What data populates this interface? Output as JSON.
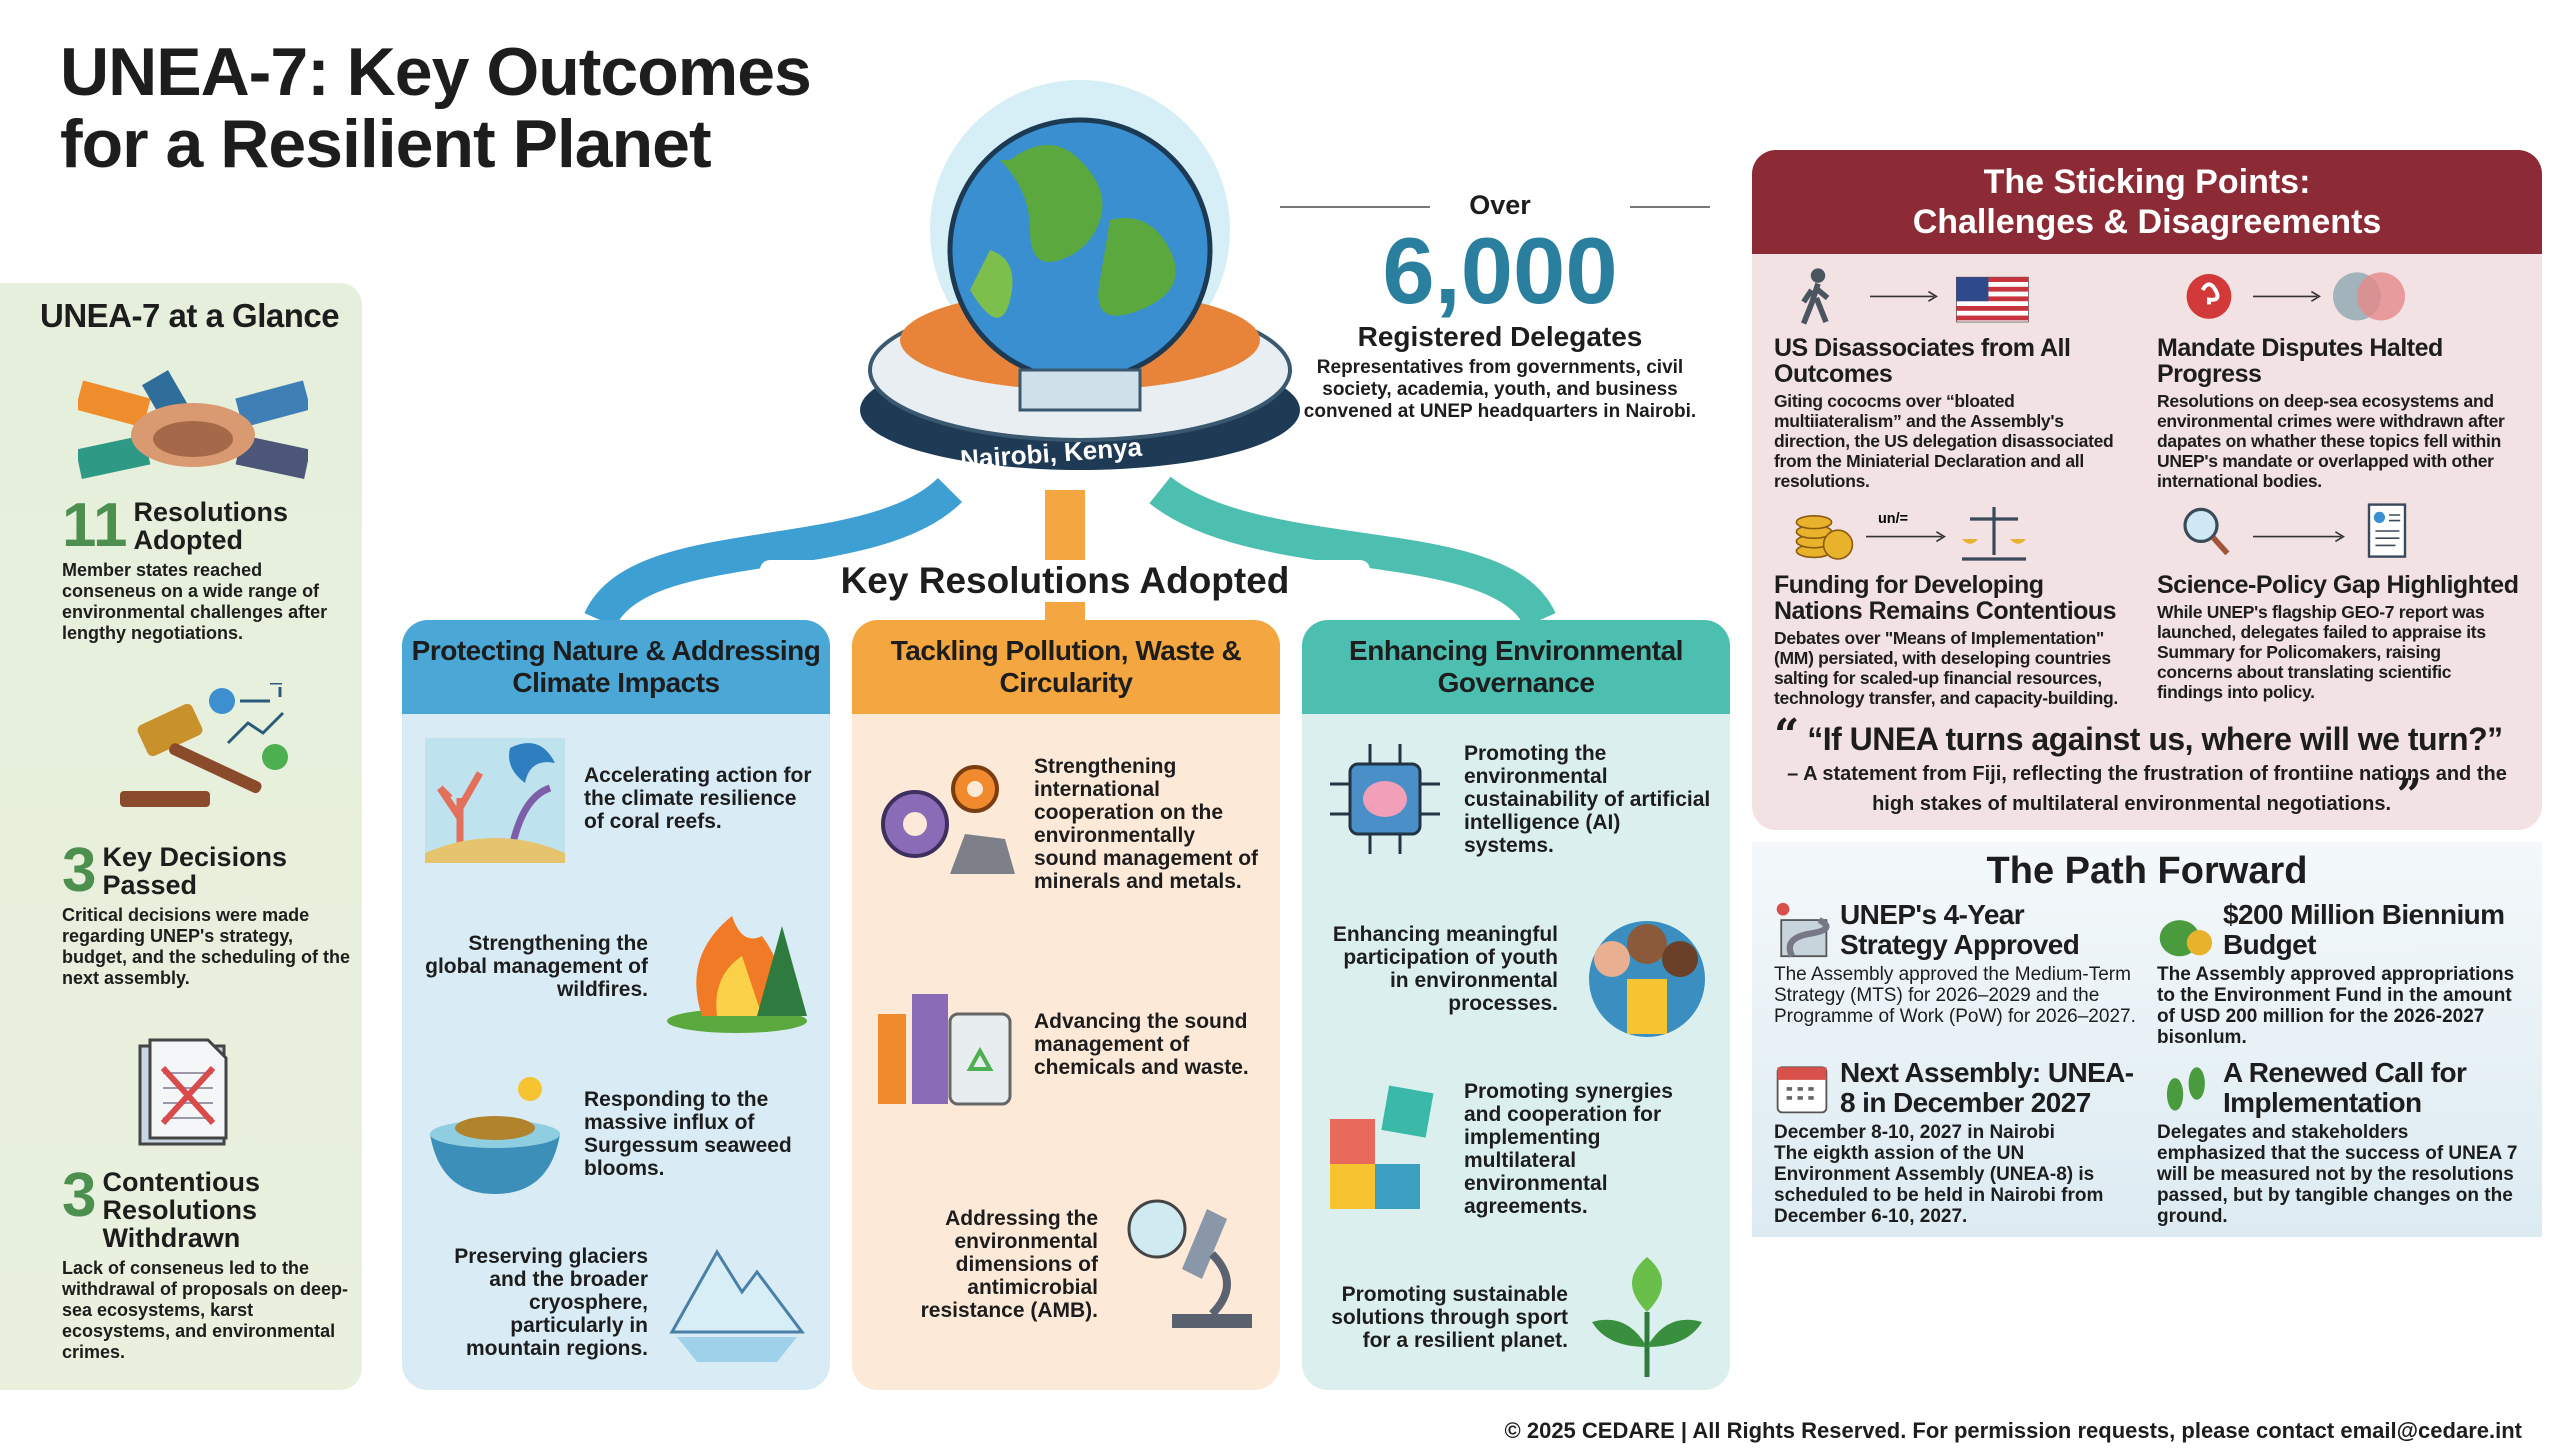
{
  "title": [
    "UNEA-7: Key Outcomes",
    "for a Resilient Planet"
  ],
  "glance": {
    "heading": "UNEA-7 at a Glance",
    "stats": [
      {
        "number": "11",
        "label": "Resolutions Adopted",
        "text": "Member states reached conseneus on a wide range of environmental challenges after lengthy negotiations."
      },
      {
        "number": "3",
        "label": "Key Decisions Passed",
        "text": "Critical decisions were made regarding UNEP's strategy, budget, and the scheduling of the next assembly."
      },
      {
        "number": "3",
        "label": "Contentious Resolutions Withdrawn",
        "text": "Lack of conseneus led to the withdrawal of proposals on deep-sea ecosystems, karst ecosystems, and environmental crimes."
      }
    ]
  },
  "venue": "Nairobi, Kenya",
  "delegates": {
    "over": "Over",
    "count": "6,000",
    "label": "Registered Delegates",
    "text": "Representatives from governments, civil society, academia, youth, and business convened at UNEP headquarters in Nairobi."
  },
  "key_resolutions": {
    "title": "Key Resolutions Adopted",
    "columns": [
      {
        "title": "Protecting Nature & Addressing Climate Impacts",
        "color": "#4aa7d6",
        "items": [
          "Accelerating action for the climate resilience of coral reefs.",
          "Strengthening the global management of wildfires.",
          "Responding to the massive influx of Surgessum seaweed blooms.",
          "Preserving glaciers and the broader cryosphere, particularly in mountain regions."
        ]
      },
      {
        "title": "Tackling Pollution, Waste & Circularity",
        "color": "#f4a640",
        "items": [
          "Strengthening international cooperation on the environmentally sound management of minerals and metals.",
          "Advancing the sound management of chemicals and waste.",
          "Addressing the environmental dimensions of antimicrobial resistance (AMB)."
        ]
      },
      {
        "title": "Enhancing Environmental Governance",
        "color": "#4dbfb1",
        "items": [
          "Promoting the environmental custainability of artificial intelligence (AI) systems.",
          "Enhancing meaningful participation of youth in environmental processes.",
          "Promoting synergies and cooperation for implementing multilateral environmental agreements.",
          "Promoting sustainable solutions through sport for a resilient planet."
        ]
      }
    ]
  },
  "challenges": {
    "title": [
      "The Sticking Points:",
      "Challenges & Disagreements"
    ],
    "items": [
      {
        "title": "US Disassociates from All Outcomes",
        "text": "Giting cococms over “bloated multiiateralism” and the Assembly's direction, the US delegation disassociated from the Miniaterial Declaration and all resolutions."
      },
      {
        "title": "Mandate Disputes Halted Progress",
        "text": "Resolutions on deep-sea ecosystems and environmental crimes were withdrawn after dapates on whather these topics fell within UNEP's mandate or overlapped with other international bodies."
      },
      {
        "title": "Funding for Developing Nations Remains Contentious",
        "text": "Debates over \"Means of Implementation\" (MM) persiated, with deseloping countries salting for scaled-up financial resources, technology transfer, and capacity-building.",
        "arrow_label": "un/="
      },
      {
        "title": "Science-Policy Gap Highlighted",
        "text": "While UNEP's flagship GEO-7 report was launched, delegates failed to appraise its Summary for Policomakers, raising concerns about translating scientific findings into policy."
      }
    ],
    "quote": "“If UNEA turns against us, where will we turn?”",
    "quote_source": "– A statement from Fiji, reflecting the frustration of frontiine nations and the high stakes of multilateral environmental negotiations."
  },
  "path_forward": {
    "title": "The Path Forward",
    "items": [
      {
        "title": "UNEP's 4-Year Strategy Approved",
        "text": "The Assembly approved the Medium-Term Strategy (MTS) for 2026–2029 and the Programme of Work (PoW) for 2026–2027."
      },
      {
        "title": "$200 Million Biennium Budget",
        "text": "The Assembly approved appropriations to the Environment Fund in the amount of USD 200 million for the 2026-2027 bisonlum."
      },
      {
        "title": "Next Assembly: UNEA-8 in December 2027",
        "subtitle": "December 8-10, 2027 in Nairobi",
        "text": "The eigkth assion of the UN Environment Assembly (UNEA-8) is scheduled to be held in Nairobi from December 6-10, 2027."
      },
      {
        "title": "A Renewed Call for Implementation",
        "text": "Delegates and stakeholders emphasized that the success of UNEA 7 will be measured not by the resolutions passed, but by tangible changes on the ground."
      }
    ]
  },
  "footer": "© 2025 CEDARE | All Rights Reserved. For permission requests, please contact email@cedare.int"
}
